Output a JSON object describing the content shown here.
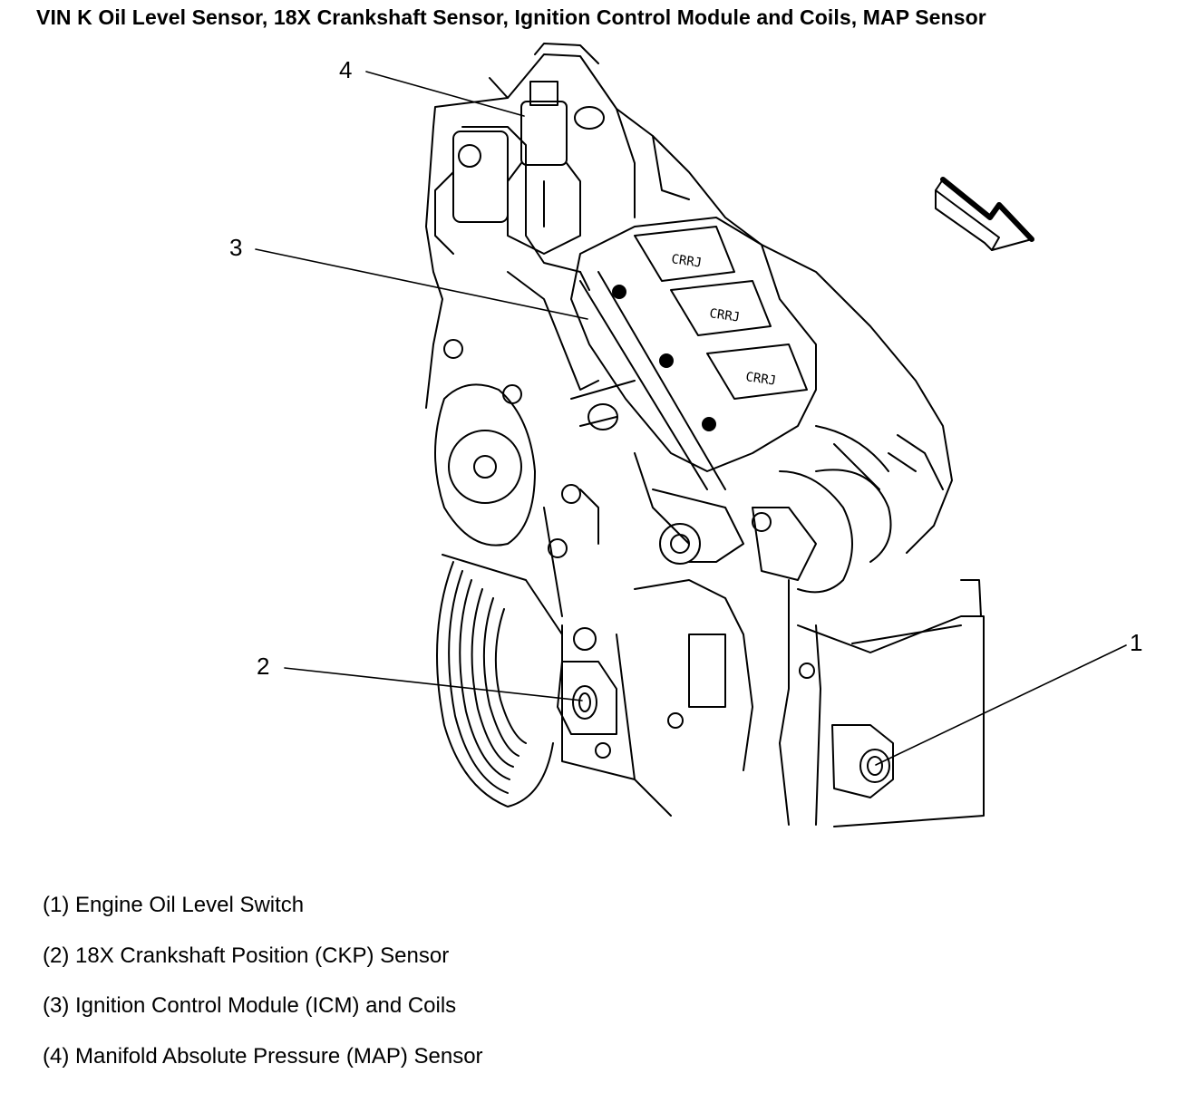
{
  "title": "VIN K Oil Level Sensor, 18X Crankshaft Sensor, Ignition Control Module and Coils, MAP Sensor",
  "callouts": [
    {
      "number": "1",
      "part": "Engine Oil Level Switch"
    },
    {
      "number": "2",
      "part": "18X Crankshaft Position (CKP) Sensor"
    },
    {
      "number": "3",
      "part": "Ignition Control Module (ICM) and Coils"
    },
    {
      "number": "4",
      "part": "Manifold Absolute Pressure (MAP) Sensor"
    }
  ],
  "legend": [
    "(1) Engine Oil Level Switch",
    "(2) 18X Crankshaft Position (CKP) Sensor",
    "(3) Ignition Control Module (ICM) and Coils",
    "(4) Manifold Absolute Pressure (MAP) Sensor"
  ],
  "colors": {
    "line": "#000000",
    "background": "#ffffff"
  }
}
